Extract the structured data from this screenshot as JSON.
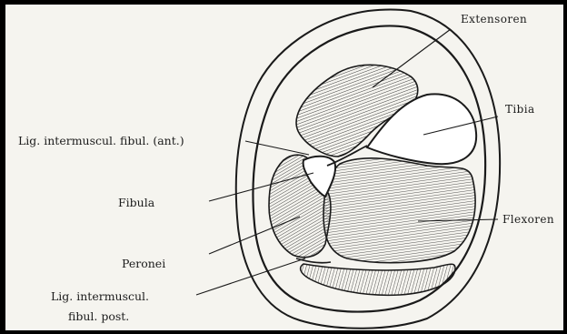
{
  "labels": {
    "extensoren": "Extensoren",
    "tibia": "Tibia",
    "lig_ant": "Lig. intermuscul. fibul. (ant.)",
    "fibula": "Fibula",
    "flexoren": "Flexoren",
    "peronei": "Peronei",
    "lig_post_line1": "Lig. intermuscul.",
    "lig_post_line2": "fibul. post."
  },
  "colors": {
    "background": "#000000",
    "paper": "#f5f4ef",
    "ink": "#1a1a1a",
    "bone": "#ffffff"
  }
}
